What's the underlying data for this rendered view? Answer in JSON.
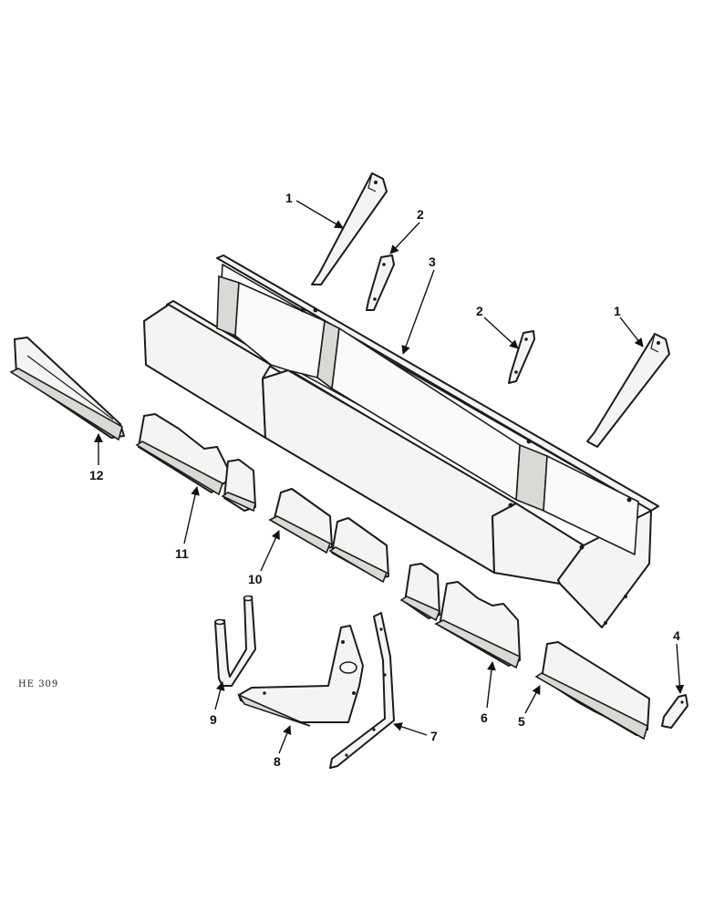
{
  "figure_code": "HE 309",
  "callouts": [
    {
      "id": "c1a",
      "label": "1"
    },
    {
      "id": "c2a",
      "label": "2"
    },
    {
      "id": "c3",
      "label": "3"
    },
    {
      "id": "c2b",
      "label": "2"
    },
    {
      "id": "c1b",
      "label": "1"
    },
    {
      "id": "c12",
      "label": "12"
    },
    {
      "id": "c11",
      "label": "11"
    },
    {
      "id": "c10",
      "label": "10"
    },
    {
      "id": "c6",
      "label": "6"
    },
    {
      "id": "c5",
      "label": "5"
    },
    {
      "id": "c4",
      "label": "4"
    },
    {
      "id": "c9",
      "label": "9"
    },
    {
      "id": "c8",
      "label": "8"
    },
    {
      "id": "c7",
      "label": "7"
    }
  ]
}
